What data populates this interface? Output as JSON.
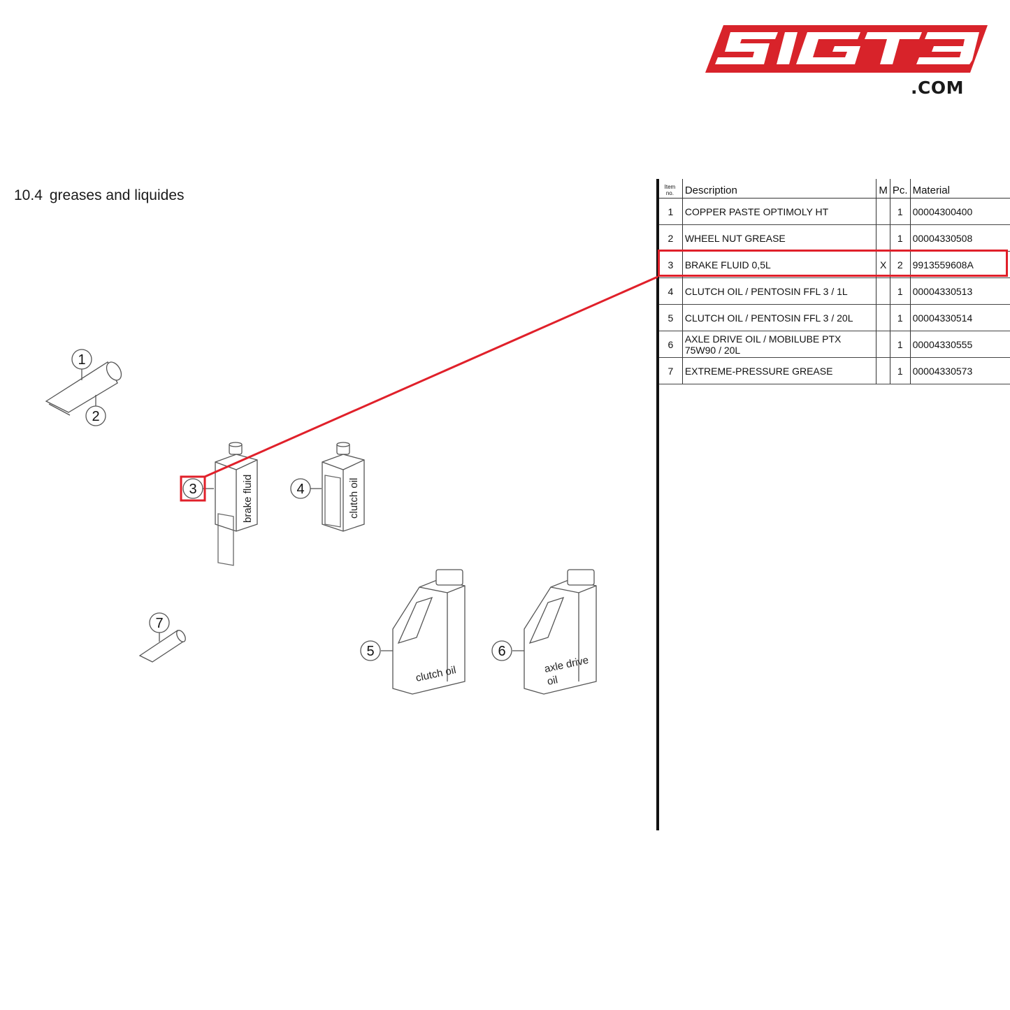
{
  "brand": {
    "logo_text": "SIGT3",
    "logo_suffix": ".COM",
    "accent_color": "#d8232a"
  },
  "section": {
    "number": "10.4",
    "title": "greases and liquides"
  },
  "table": {
    "headers": {
      "item": "Item no.",
      "description": "Description",
      "m": "M",
      "pc": "Pc.",
      "material": "Material"
    },
    "rows": [
      {
        "item": "1",
        "description": "COPPER PASTE OPTIMOLY HT",
        "m": "",
        "pc": "1",
        "material": "00004300400"
      },
      {
        "item": "2",
        "description": "WHEEL NUT GREASE",
        "m": "",
        "pc": "1",
        "material": "00004330508"
      },
      {
        "item": "3",
        "description": "BRAKE FLUID 0,5L",
        "m": "X",
        "pc": "2",
        "material": "9913559608A"
      },
      {
        "item": "4",
        "description": "CLUTCH OIL / PENTOSIN FFL 3 / 1L",
        "m": "",
        "pc": "1",
        "material": "00004330513"
      },
      {
        "item": "5",
        "description": "CLUTCH OIL / PENTOSIN FFL 3 / 20L",
        "m": "",
        "pc": "1",
        "material": "00004330514"
      },
      {
        "item": "6",
        "description": "AXLE DRIVE OIL / MOBILUBE PTX 75W90 / 20L",
        "m": "",
        "pc": "1",
        "material": "00004330555"
      },
      {
        "item": "7",
        "description": "EXTREME-PRESSURE GREASE",
        "m": "",
        "pc": "1",
        "material": "00004330573"
      }
    ],
    "highlighted_item": "3",
    "highlight_color": "#e0202a"
  },
  "diagram": {
    "callouts": [
      "1",
      "2",
      "3",
      "4",
      "5",
      "6",
      "7"
    ],
    "labels": {
      "brake_fluid": "brake fluid",
      "clutch_oil_small": "clutch oil",
      "clutch_oil_large": "clutch oil",
      "axle_drive_line1": "axle drive",
      "axle_drive_line2": "oil"
    }
  }
}
